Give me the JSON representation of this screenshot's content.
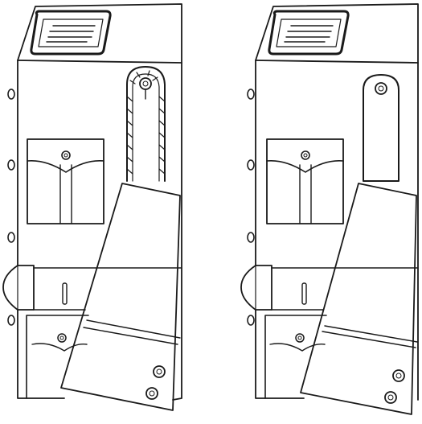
{
  "colors": {
    "ink": "#1a1a1a",
    "paper": "#ffffff",
    "stipple": "#6a6a6a"
  },
  "figures": [
    {
      "name": "uniform-pocket-variant-a",
      "shoulder_strap": "braided-cord-outline"
    },
    {
      "name": "uniform-pocket-variant-b",
      "shoulder_strap": "striped-solid"
    }
  ]
}
